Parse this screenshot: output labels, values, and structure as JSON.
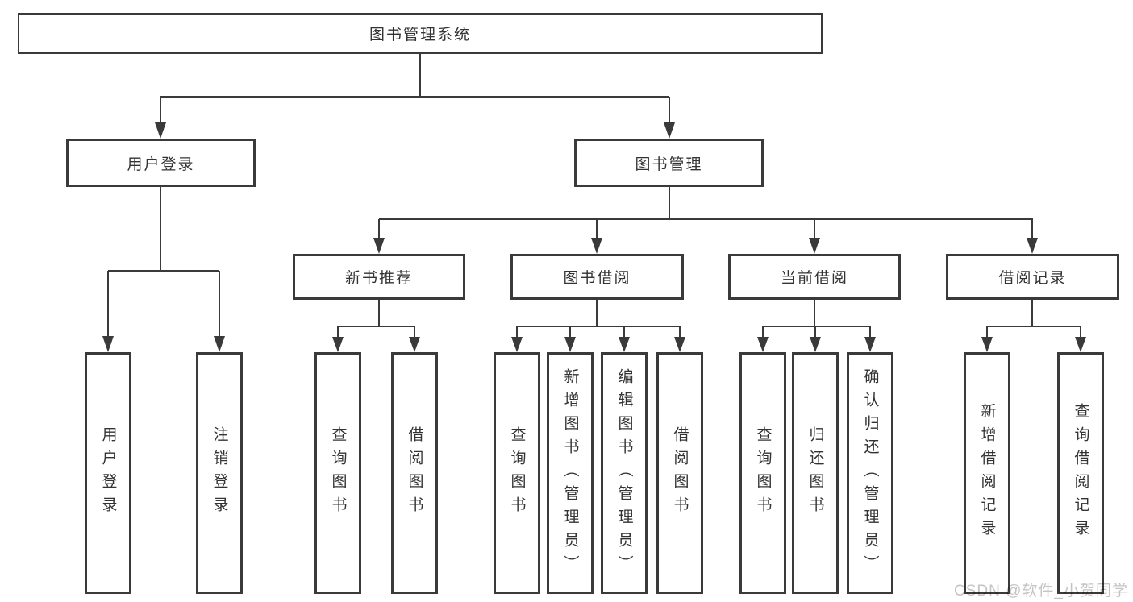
{
  "tree": {
    "label": "图书管理系统",
    "children": [
      {
        "label": "用户登录",
        "children": [
          {
            "label": "用户登录"
          },
          {
            "label": "注销登录"
          }
        ]
      },
      {
        "label": "图书管理",
        "children": [
          {
            "label": "新书推荐",
            "children": [
              {
                "label": "查询图书"
              },
              {
                "label": "借阅图书"
              }
            ]
          },
          {
            "label": "图书借阅",
            "children": [
              {
                "label": "查询图书"
              },
              {
                "label": "新增图书（管理员）"
              },
              {
                "label": "编辑图书（管理员）"
              },
              {
                "label": "借阅图书"
              }
            ]
          },
          {
            "label": "当前借阅",
            "children": [
              {
                "label": "查询图书"
              },
              {
                "label": "归还图书"
              },
              {
                "label": "确认归还（管理员）"
              }
            ]
          },
          {
            "label": "借阅记录",
            "children": [
              {
                "label": "新增借阅记录"
              },
              {
                "label": "查询借阅记录"
              }
            ]
          }
        ]
      }
    ]
  },
  "watermark": {
    "text": "CSDN @软件_小贺同学"
  },
  "colors": {
    "line": "#3a3a3a",
    "box_border": "#3a3a3a",
    "text": "#333333",
    "watermark": "#c4c4c4",
    "background": "#ffffff"
  }
}
